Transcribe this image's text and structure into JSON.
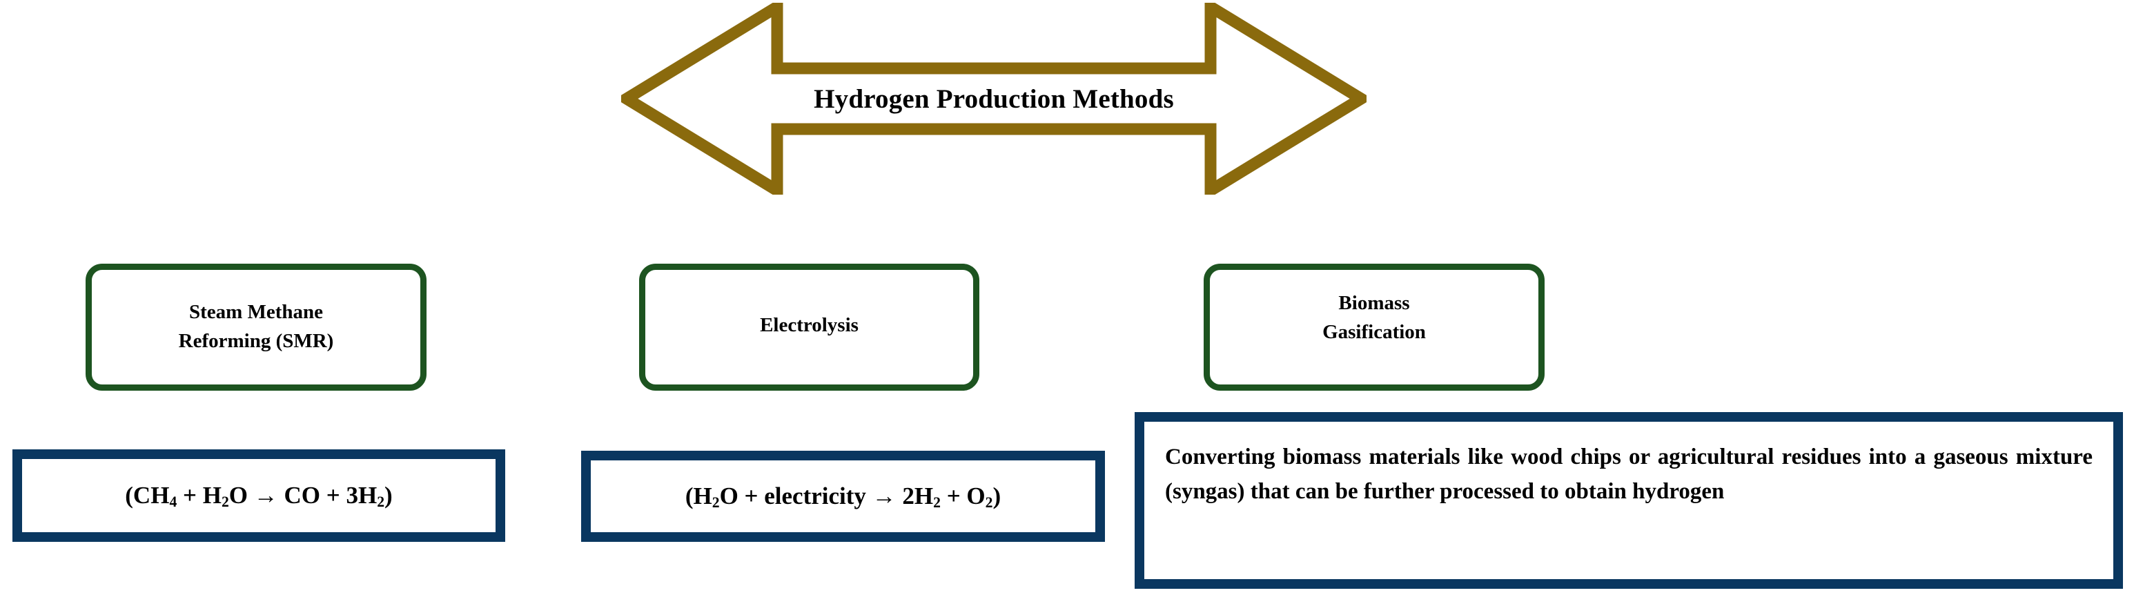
{
  "banner": {
    "title": "Hydrogen Production Methods",
    "icon": "double-headed-arrow-icon",
    "color": "#8a6a0d"
  },
  "theme": {
    "arrow_color": "#8a6a0d",
    "method_border_color": "#1d5420",
    "detail_border_color": "#0a3760",
    "text_color": "#000000",
    "background": "#ffffff"
  },
  "methods": [
    {
      "id": "smr",
      "label": "Steam Methane\nReforming (SMR)",
      "label_line1": "Steam Methane",
      "label_line2": "Reforming (SMR)",
      "detail_kind": "formula",
      "detail": "(CH4 + H2O → CO + 3H2)",
      "formula_parts": [
        {
          "text": "(CH",
          "sub": false
        },
        {
          "text": "4",
          "sub": true
        },
        {
          "text": " + H",
          "sub": false
        },
        {
          "text": "2",
          "sub": true
        },
        {
          "text": "O → CO + 3H",
          "sub": false
        },
        {
          "text": "2",
          "sub": true
        },
        {
          "text": ")",
          "sub": false
        }
      ]
    },
    {
      "id": "electrolysis",
      "label": "Electrolysis",
      "label_line1": "Electrolysis",
      "label_line2": "",
      "detail_kind": "formula",
      "detail": "(H2O + electricity → 2H2 + O2)",
      "formula_parts": [
        {
          "text": "(H",
          "sub": false
        },
        {
          "text": "2",
          "sub": true
        },
        {
          "text": "O + electricity → 2H",
          "sub": false
        },
        {
          "text": "2",
          "sub": true
        },
        {
          "text": " + O",
          "sub": false
        },
        {
          "text": "2",
          "sub": true
        },
        {
          "text": ")",
          "sub": false
        }
      ]
    },
    {
      "id": "biomass",
      "label": "Biomass\nGasification",
      "label_line1": "Biomass",
      "label_line2": "Gasification",
      "detail_kind": "text",
      "detail": "Converting biomass materials like wood chips or agricultural residues into a gaseous mixture (syngas) that can be further processed to obtain hydrogen"
    }
  ]
}
